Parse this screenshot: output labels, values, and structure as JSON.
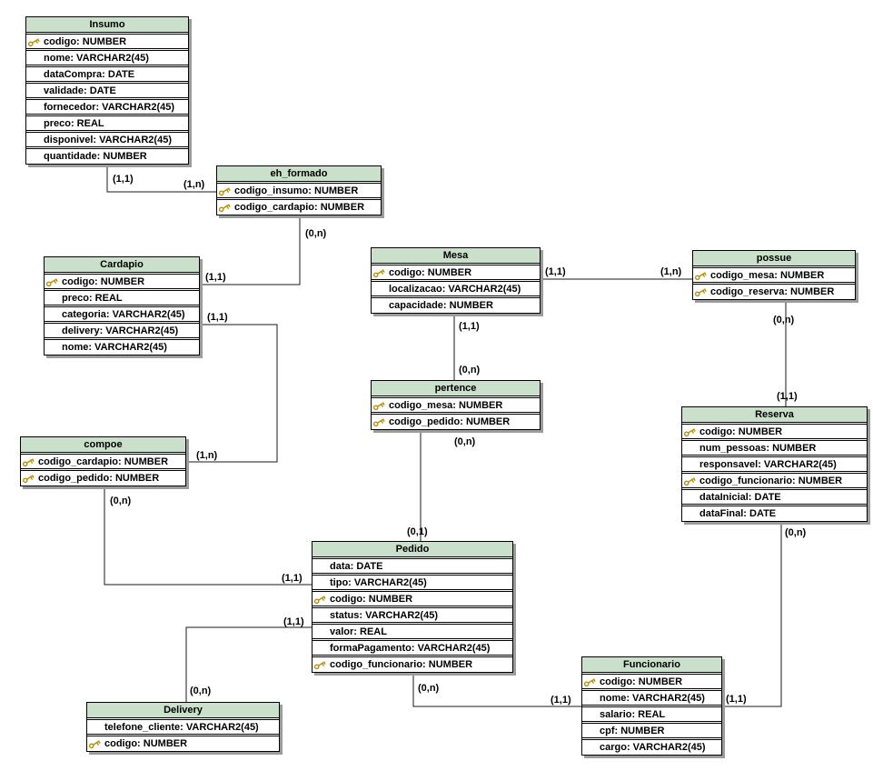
{
  "colors": {
    "table_header": "#cbe0cb",
    "key_icon": "#b8900a",
    "shadow": "#9c9c9c",
    "line": "#1a1a1a"
  },
  "tables": {
    "insumo": {
      "title": "Insumo",
      "columns": [
        {
          "pk": true,
          "text": "codigo: NUMBER"
        },
        {
          "pk": false,
          "text": "nome: VARCHAR2(45)"
        },
        {
          "pk": false,
          "text": "dataCompra: DATE"
        },
        {
          "pk": false,
          "text": "validade: DATE"
        },
        {
          "pk": false,
          "text": "fornecedor: VARCHAR2(45)"
        },
        {
          "pk": false,
          "text": "preco: REAL"
        },
        {
          "pk": false,
          "text": "disponivel: VARCHAR2(45)"
        },
        {
          "pk": false,
          "text": "quantidade: NUMBER"
        }
      ]
    },
    "eh_formado": {
      "title": "eh_formado",
      "columns": [
        {
          "pk": true,
          "text": "codigo_insumo: NUMBER"
        },
        {
          "pk": true,
          "text": "codigo_cardapio: NUMBER"
        }
      ]
    },
    "cardapio": {
      "title": "Cardapio",
      "columns": [
        {
          "pk": true,
          "text": "codigo: NUMBER"
        },
        {
          "pk": false,
          "text": "preco: REAL"
        },
        {
          "pk": false,
          "text": "categoria: VARCHAR2(45)"
        },
        {
          "pk": false,
          "text": "delivery: VARCHAR2(45)"
        },
        {
          "pk": false,
          "text": "nome: VARCHAR2(45)"
        }
      ]
    },
    "mesa": {
      "title": "Mesa",
      "columns": [
        {
          "pk": true,
          "text": "codigo: NUMBER"
        },
        {
          "pk": false,
          "text": "localizacao: VARCHAR2(45)"
        },
        {
          "pk": false,
          "text": "capacidade: NUMBER"
        }
      ]
    },
    "possue": {
      "title": "possue",
      "columns": [
        {
          "pk": true,
          "text": "codigo_mesa: NUMBER"
        },
        {
          "pk": true,
          "text": "codigo_reserva: NUMBER"
        }
      ]
    },
    "pertence": {
      "title": "pertence",
      "columns": [
        {
          "pk": true,
          "text": "codigo_mesa: NUMBER"
        },
        {
          "pk": true,
          "text": "codigo_pedido: NUMBER"
        }
      ]
    },
    "compoe": {
      "title": "compoe",
      "columns": [
        {
          "pk": true,
          "text": "codigo_cardapio: NUMBER"
        },
        {
          "pk": true,
          "text": "codigo_pedido: NUMBER"
        }
      ]
    },
    "reserva": {
      "title": "Reserva",
      "columns": [
        {
          "pk": true,
          "text": "codigo: NUMBER"
        },
        {
          "pk": false,
          "text": "num_pessoas: NUMBER"
        },
        {
          "pk": false,
          "text": "responsavel: VARCHAR2(45)"
        },
        {
          "pk": true,
          "text": "codigo_funcionario: NUMBER"
        },
        {
          "pk": false,
          "text": "dataInicial: DATE"
        },
        {
          "pk": false,
          "text": "dataFinal: DATE"
        }
      ]
    },
    "pedido": {
      "title": "Pedido",
      "columns": [
        {
          "pk": false,
          "text": "data: DATE"
        },
        {
          "pk": false,
          "text": "tipo: VARCHAR2(45)"
        },
        {
          "pk": true,
          "text": "codigo: NUMBER"
        },
        {
          "pk": false,
          "text": "status: VARCHAR2(45)"
        },
        {
          "pk": false,
          "text": "valor: REAL"
        },
        {
          "pk": false,
          "text": "formaPagamento: VARCHAR2(45)"
        },
        {
          "pk": true,
          "text": "codigo_funcionario: NUMBER"
        }
      ]
    },
    "delivery": {
      "title": "Delivery",
      "columns": [
        {
          "pk": false,
          "text": "telefone_cliente: VARCHAR2(45)"
        },
        {
          "pk": true,
          "text": "codigo: NUMBER"
        }
      ]
    },
    "funcionario": {
      "title": "Funcionario",
      "columns": [
        {
          "pk": true,
          "text": "codigo: NUMBER"
        },
        {
          "pk": false,
          "text": "nome: VARCHAR2(45)"
        },
        {
          "pk": false,
          "text": "salario: REAL"
        },
        {
          "pk": false,
          "text": "cpf: NUMBER"
        },
        {
          "pk": false,
          "text": "cargo: VARCHAR2(45)"
        }
      ]
    }
  },
  "cardinalities": {
    "insumo_ehformado_a": "(1,1)",
    "insumo_ehformado_b": "(1,n)",
    "ehformado_cardapio_a": "(0,n)",
    "ehformado_cardapio_b": "(1,1)",
    "cardapio_compoe_a": "(1,1)",
    "cardapio_compoe_b": "(1,n)",
    "mesa_possue_a": "(1,1)",
    "mesa_possue_b": "(1,n)",
    "mesa_pertence_a": "(1,1)",
    "mesa_pertence_b": "(0,n)",
    "pertence_pedido_a": "(0,n)",
    "pertence_pedido_b": "(0,1)",
    "possue_reserva_a": "(0,n)",
    "possue_reserva_b": "(1,1)",
    "compoe_pedido_a": "(0,n)",
    "compoe_pedido_b": "(1,1)",
    "pedido_delivery_a": "(1,1)",
    "pedido_delivery_b": "(0,n)",
    "pedido_funcionario_a": "(0,n)",
    "pedido_funcionario_b": "(1,1)",
    "reserva_funcionario_a": "(0,n)",
    "reserva_funcionario_b": "(1,1)"
  }
}
